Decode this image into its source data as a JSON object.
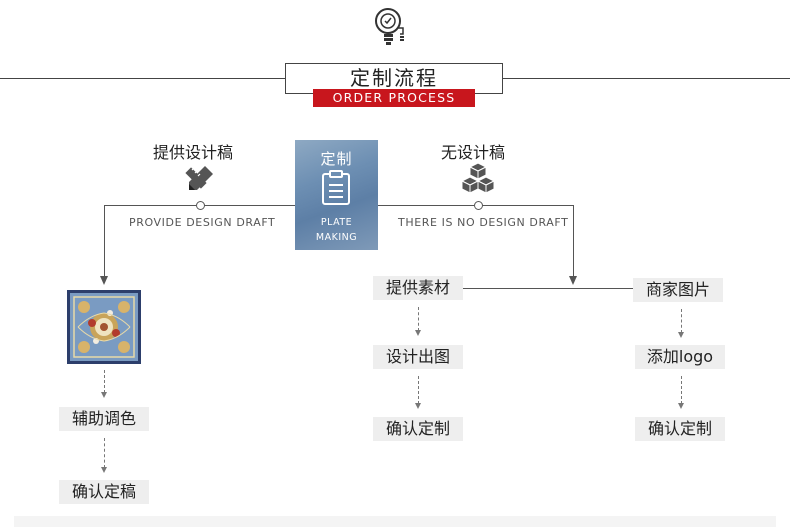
{
  "header": {
    "title": "定制流程",
    "subtitle": "ORDER PROCESS"
  },
  "center": {
    "title": "定制",
    "subtitle_line1": "PLATE",
    "subtitle_line2": "MAKING"
  },
  "left_branch": {
    "label": "提供设计稿",
    "caption": "PROVIDE DESIGN DRAFT",
    "icon": "pencil-ruler-icon",
    "steps": [
      "辅助调色",
      "确认定稿"
    ]
  },
  "right_branch": {
    "label": "无设计稿",
    "caption": "THERE IS NO DESIGN DRAFT",
    "icon": "boxes-icon",
    "path_a": [
      "提供素材",
      "设计出图",
      "确认定制"
    ],
    "path_b": [
      "商家图片",
      "添加logo",
      "确认定制"
    ]
  },
  "colors": {
    "accent": "#c8161d",
    "line": "#444444",
    "step_bg": "#eeeeee"
  }
}
